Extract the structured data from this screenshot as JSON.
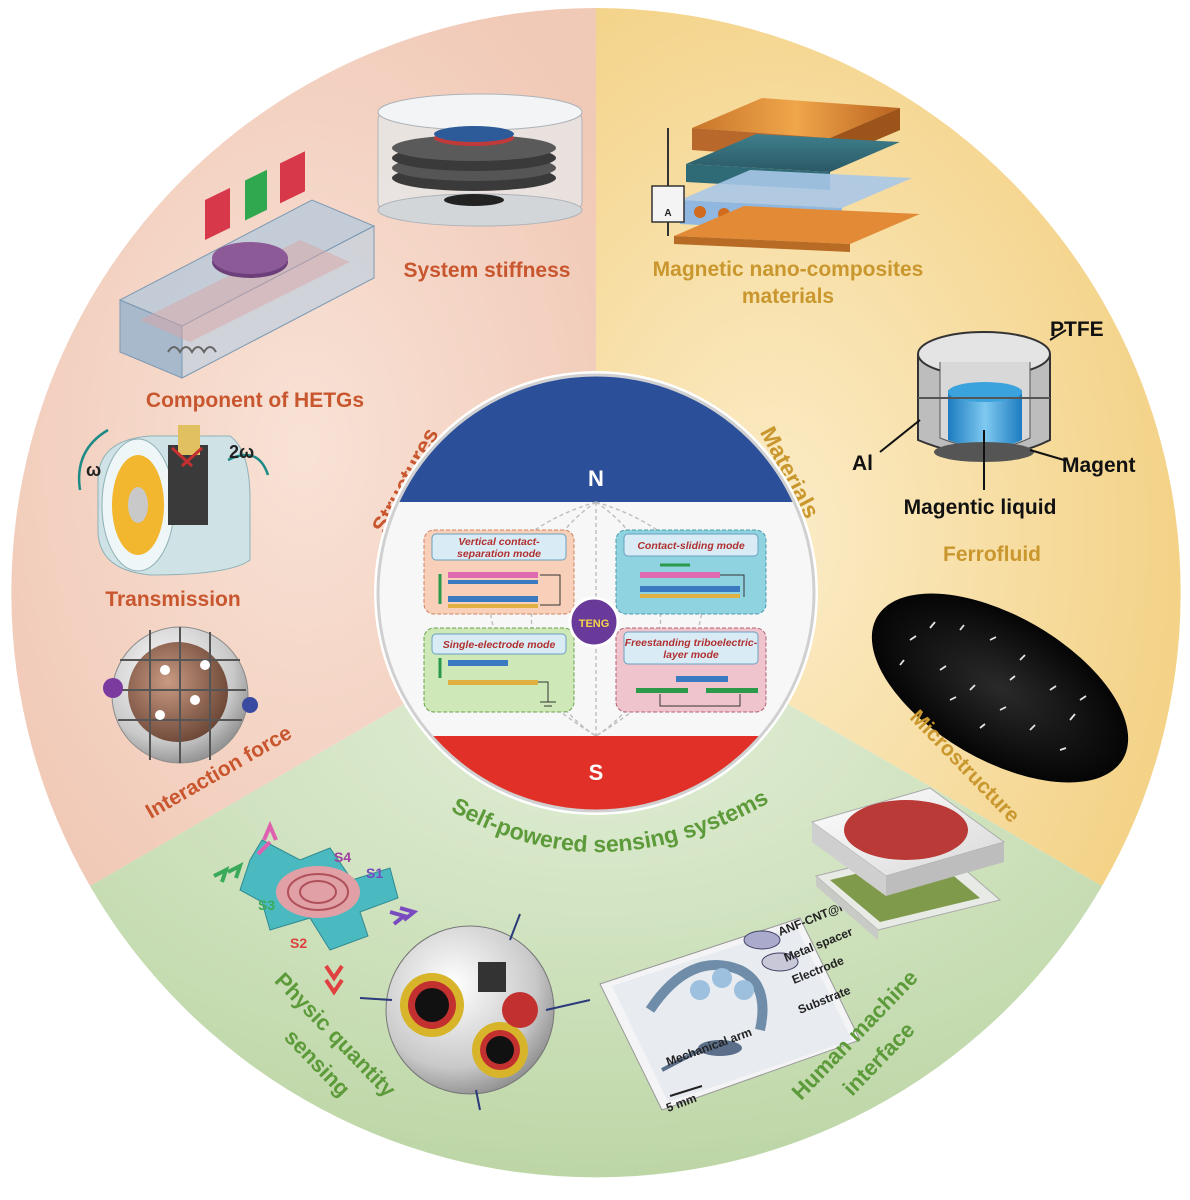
{
  "center": {
    "north": "N",
    "south": "S",
    "hub": "TENG",
    "modes": [
      "Vertical contact-",
      "separation mode",
      "Contact-sliding mode",
      "Single-electrode mode",
      "Freestanding triboelectric-",
      "layer mode"
    ]
  },
  "sectors": {
    "structures": {
      "title": "Structures",
      "color": "#c8562e",
      "items": {
        "system_stiffness": "System stiffness",
        "component": "Component of HETGs",
        "transmission": "Transmission",
        "omega": "ω",
        "two_omega": "2ω",
        "interaction": "Interaction force"
      }
    },
    "materials": {
      "title": "Materials",
      "color": "#c9972e",
      "items": {
        "nano_line1": "Magnetic nano-composites",
        "nano_line2": "materials",
        "ammeter": "A",
        "ptfe": "PTFE",
        "al": "Al",
        "magent": "Magent",
        "liquid": "Magentic liquid",
        "ferrofluid": "Ferrofluid",
        "microstructure": "Microstructure"
      }
    },
    "sensing": {
      "title": "Self-powered sensing systems",
      "color": "#5c9a3a",
      "items": {
        "physic_line1": "Physic quantity",
        "physic_line2": "sensing",
        "s1": "S1",
        "s2": "S2",
        "s3": "S3",
        "s4": "S4",
        "hmi_line1": "Human machine",
        "hmi_line2": "interface",
        "anf": "ANF-CNT@Ni",
        "spacer": "Metal spacer",
        "electrode": "Electrode",
        "substrate": "Substrate",
        "arm": "Mechanical arm",
        "scale": "5 mm"
      }
    }
  },
  "colors": {
    "structures_bg": "#f5d6c8",
    "materials_bg": "#f6dfa6",
    "sensing_bg": "#d3e3c2",
    "north": "#2c4f9a",
    "south": "#e03028"
  }
}
